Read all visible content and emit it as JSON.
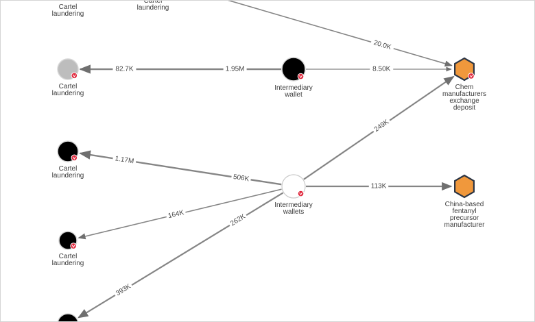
{
  "colors": {
    "edge": "#858585",
    "node_black": "#000000",
    "node_grey": "#bdbdbd",
    "node_white": "#ffffff",
    "hex_fill": "#f0983c",
    "hex_stroke": "#2b3545",
    "badge": "#e0263b"
  },
  "nodes": [
    {
      "id": "c0",
      "shape": "circle",
      "color": "grey",
      "badge": true,
      "label": [
        "Cartel",
        "laundering"
      ]
    },
    {
      "id": "c1",
      "shape": "circle",
      "color": "grey",
      "badge": true,
      "label": [
        "Cartel",
        "laundering"
      ]
    },
    {
      "id": "iw1",
      "shape": "circle",
      "color": "black",
      "badge": true,
      "label": [
        "Intermediary",
        "wallet"
      ]
    },
    {
      "id": "chem",
      "shape": "hexagon",
      "color": "orange",
      "badge": true,
      "label": [
        "Chem",
        "manufacturers",
        "exchange",
        "deposit"
      ]
    },
    {
      "id": "c2",
      "shape": "circle",
      "color": "black",
      "badge": true,
      "label": [
        "Cartel",
        "laundering"
      ]
    },
    {
      "id": "iw2",
      "shape": "circle",
      "color": "white",
      "badge": true,
      "label": [
        "Intermediary",
        "wallets"
      ]
    },
    {
      "id": "china",
      "shape": "hexagon",
      "color": "orange",
      "badge": false,
      "label": [
        "China-based",
        "fentanyl",
        "precursor",
        "manufacturer"
      ]
    },
    {
      "id": "c3",
      "shape": "circle",
      "color": "black",
      "badge": true,
      "label": [
        "Cartel",
        "laundering"
      ]
    },
    {
      "id": "c4",
      "shape": "circle",
      "color": "black",
      "badge": false,
      "label": []
    }
  ],
  "edges": [
    {
      "from": "c0",
      "to": "chem",
      "labels": [
        "20.0K"
      ]
    },
    {
      "from": "iw1",
      "to": "c1",
      "labels": [
        "82.7K",
        "1.95M"
      ]
    },
    {
      "from": "iw1",
      "to": "chem",
      "labels": [
        "8.50K"
      ]
    },
    {
      "from": "iw2",
      "to": "c2",
      "labels": [
        "1.17M",
        "506K"
      ]
    },
    {
      "from": "iw2",
      "to": "chem",
      "labels": [
        "249K"
      ]
    },
    {
      "from": "iw2",
      "to": "china",
      "labels": [
        "113K"
      ]
    },
    {
      "from": "iw2",
      "to": "c3",
      "labels": [
        "164K"
      ]
    },
    {
      "from": "iw2",
      "to": "c4",
      "labels": [
        "262K",
        "393K"
      ]
    }
  ]
}
